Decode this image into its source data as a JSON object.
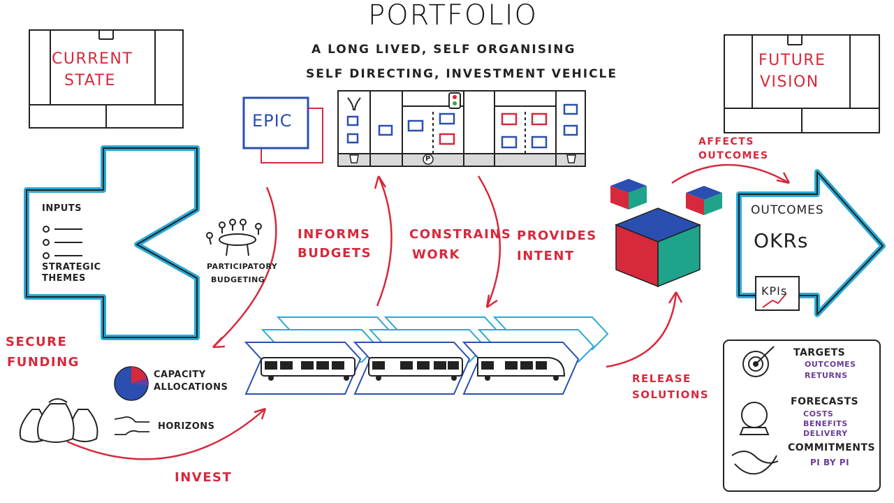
{
  "header": {
    "title": "PORTFOLIO",
    "subtitle_line1": "A LONG LIVED, SELF ORGANISING",
    "subtitle_line2": "SELF DIRECTING, INVESTMENT VEHICLE"
  },
  "current_state": {
    "line1": "CURRENT",
    "line2": "STATE"
  },
  "future_vision": {
    "line1": "FUTURE",
    "line2": "VISION"
  },
  "inputs": {
    "heading": "INPUTS",
    "themes_line1": "STRATEGIC",
    "themes_line2": "THEMES"
  },
  "budgeting": {
    "line1": "PARTICIPATORY",
    "line2": "BUDGETING"
  },
  "kanban": {
    "epic_label": "EPIC",
    "p_label": "P"
  },
  "flows": {
    "informs_1": "INFORMS",
    "informs_2": "BUDGETS",
    "constrains_1": "CONSTRAINS",
    "constrains_2": "WORK",
    "provides_1": "PROVIDES",
    "provides_2": "INTENT",
    "affects_1": "AFFECTS",
    "affects_2": "OUTCOMES",
    "release_1": "RELEASE",
    "release_2": "SOLUTIONS",
    "invest": "INVEST",
    "secure_1": "SECURE",
    "secure_2": "FUNDING"
  },
  "funding": {
    "capacity_1": "CAPACITY",
    "capacity_2": "ALLOCATIONS",
    "horizons": "HORIZONS"
  },
  "outcomes": {
    "heading": "OUTCOMES",
    "okrs": "OKRs",
    "kpis": "KPIs"
  },
  "legend": {
    "targets": "TARGETS",
    "targets_1": "OUTCOMES",
    "targets_2": "RETURNS",
    "forecasts": "FORECASTS",
    "forecasts_1": "COSTS",
    "forecasts_2": "BENEFITS",
    "forecasts_3": "DELIVERY",
    "commitments": "COMMITMENTS",
    "commitments_1": "PI BY PI"
  },
  "colors": {
    "red": "#d6293b",
    "blue": "#2a4fb0",
    "cyan": "#29a9d6",
    "teal": "#1fa38a",
    "purple": "#6a3d9a",
    "ink": "#222222"
  }
}
